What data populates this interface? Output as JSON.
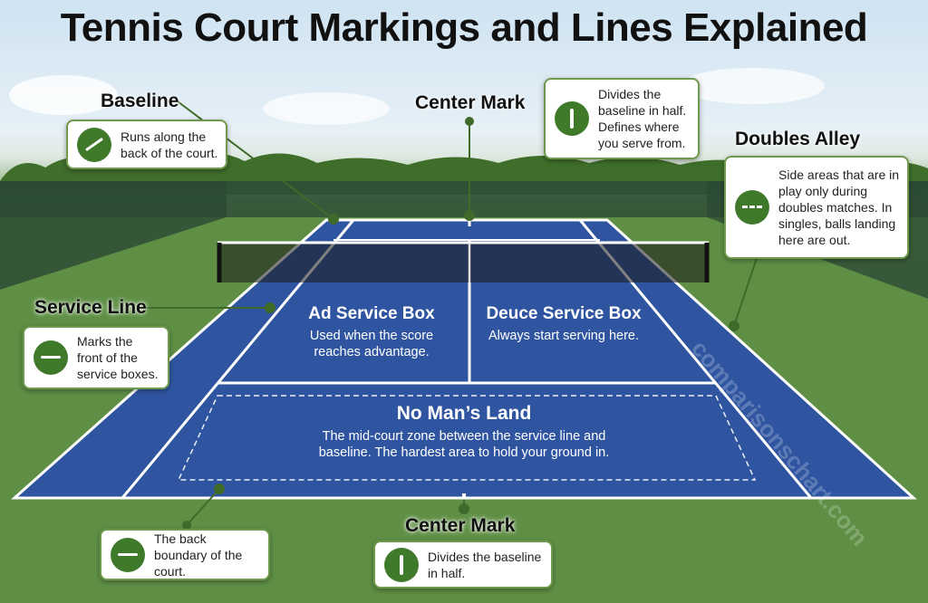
{
  "title": "Tennis Court Markings and Lines Explained",
  "labels": {
    "baseline": "Baseline",
    "center_mark_top": "Center Mark",
    "doubles_alley": "Doubles Alley",
    "service_line": "Service Line",
    "center_mark_bottom": "Center Mark"
  },
  "cards": {
    "baseline": "Runs along the back of the court.",
    "center_mark_top": "Divides the baseline in half. Defines where you serve from.",
    "doubles_alley": "Side areas that are in play only during doubles matches. In singles, balls landing here are out.",
    "service_line": "Marks the front of the service boxes.",
    "back_boundary": "The back boundary of the court.",
    "center_mark_bottom": "Divides the baseline in half."
  },
  "court": {
    "ad_box": {
      "heading": "Ad Service Box",
      "text": "Used when the score reaches advantage."
    },
    "deuce_box": {
      "heading": "Deuce Service Box",
      "text": "Always start serving here."
    },
    "no_mans_land": {
      "heading": "No Man’s Land",
      "text": "The mid-court zone between the service line and baseline. The hardest area to hold your ground in."
    }
  },
  "watermark": "comparisonschart.com",
  "colors": {
    "court": "#2f55a0",
    "grass": "#5e8d45",
    "accent": "#3f7a2b",
    "line": "#ffffff"
  }
}
